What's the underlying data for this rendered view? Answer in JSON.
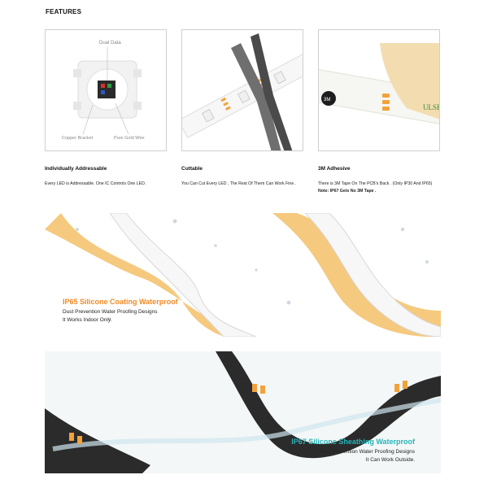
{
  "header": {
    "title": "FEATURES"
  },
  "panels": {
    "led_closeup": {
      "label_top": "Dual Data",
      "label_left": "Copper Bracket",
      "label_right": "Pure Gold Wire"
    },
    "strip_text": "ULSE"
  },
  "features": [
    {
      "title": "Individually Addressable",
      "desc": "Every LED is Addressable. One IC Controls One LED."
    },
    {
      "title": "Cuttable",
      "desc": "You Can Cut Every LED , The Rest Of Them Can Work Fine ."
    },
    {
      "title": "3M Adhesive",
      "desc": "There is 3M Tape On The PCB's Back . (Only IP30 And IP65)",
      "note": "Note: IP67 Gets No 3M Tape ."
    }
  ],
  "banners": [
    {
      "title": "IP65 Silicone Coating Waterproof",
      "desc_line1": "Dust Prevention Water Proofing Designs",
      "desc_line2": "It Works Indoor Only.",
      "title_color": "#f08a24"
    },
    {
      "title": "IP67 Silicone Sheathing Waterproof",
      "desc_line1": "Dust Prevention Water Proofing Designs",
      "desc_line2": "It Can Work Outside.",
      "title_color": "#27b4b8"
    }
  ]
}
